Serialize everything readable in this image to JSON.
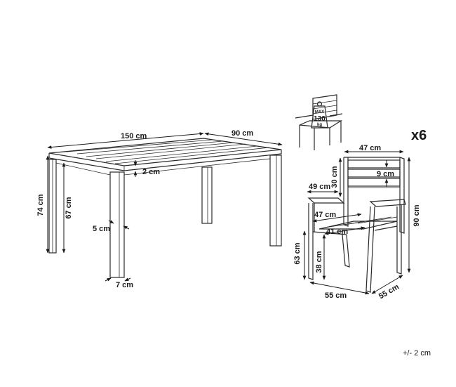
{
  "table": {
    "length": "150 cm",
    "width": "90 cm",
    "height": "74 cm",
    "leg_clearance": "67 cm",
    "top_thickness": "2 cm",
    "leg_thickness": "5 cm",
    "leg_width": "7 cm"
  },
  "chair": {
    "back_width": "47 cm",
    "slat_height": "9 cm",
    "back_height": "30 cm",
    "armrest_depth": "49 cm",
    "seat_width": "47 cm",
    "seat_depth": "41 cm",
    "total_height": "90 cm",
    "armrest_height": "63 cm",
    "seat_height": "38 cm",
    "width": "55 cm",
    "depth": "55 cm"
  },
  "quantity": "x6",
  "max_load": {
    "label": "MAX",
    "value": "130",
    "unit": "kg"
  },
  "tolerance": "+/- 2 cm"
}
